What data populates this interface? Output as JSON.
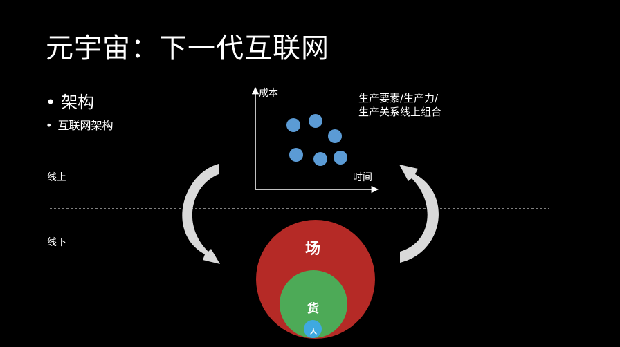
{
  "slide": {
    "title": "元宇宙：下一代互联网",
    "bullets": [
      {
        "marker": "•",
        "text": "架构"
      },
      {
        "marker": "•",
        "text": "互联网架构"
      }
    ]
  },
  "zones": {
    "online_label": "线上",
    "offline_label": "线下"
  },
  "chart": {
    "y_axis_label": "成本",
    "x_axis_label": "时间",
    "note_line1": "生产要素/生产力/",
    "note_line2": "生产关系线上组合",
    "dot_color": "#5b9bd5"
  },
  "circles": {
    "outer": {
      "label": "场",
      "color": "#b52a26"
    },
    "middle": {
      "label": "货",
      "color": "#4daa57"
    },
    "inner": {
      "label": "人",
      "color": "#3fa9e0"
    }
  },
  "colors": {
    "background": "#000000",
    "arrow": "#d9d9d9"
  }
}
